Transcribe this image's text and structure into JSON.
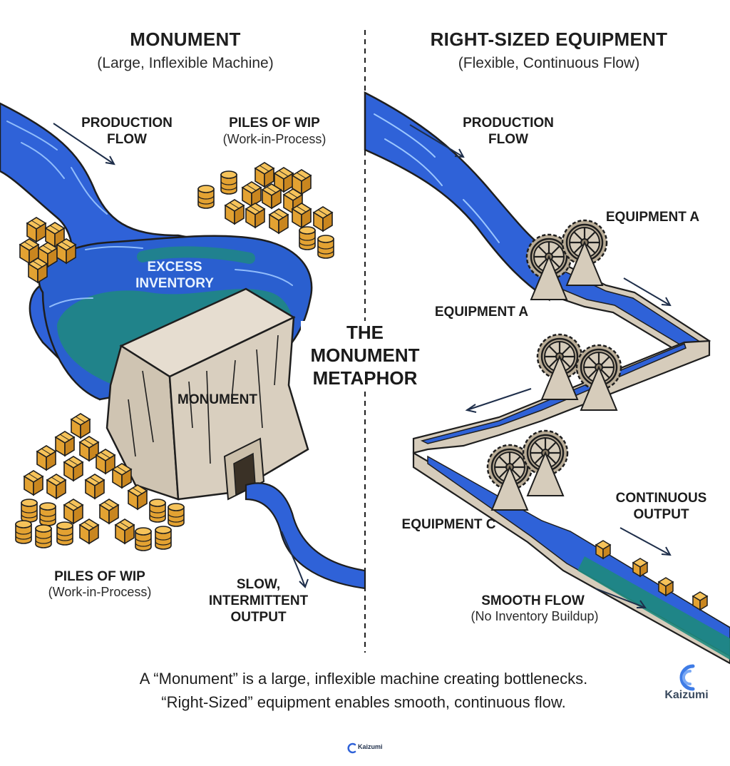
{
  "left": {
    "title": "MONUMENT",
    "subtitle": "(Large, Inflexible Machine)",
    "production_flow": [
      "PRODUCTION",
      "FLOW"
    ],
    "wip_top": {
      "title": "PILES OF WIP",
      "sub": "(Work-in-Process)"
    },
    "excess_inventory": [
      "EXCESS",
      "INVENTORY"
    ],
    "monument_label": "MONUMENT",
    "wip_bottom": {
      "title": "PILES OF WIP",
      "sub": "(Work-in-Process)"
    },
    "output": [
      "SLOW,",
      "INTERMITTENT",
      "OUTPUT"
    ]
  },
  "center": {
    "metaphor": [
      "THE",
      "MONUMENT",
      "METAPHOR"
    ]
  },
  "right": {
    "title": "RIGHT-SIZED EQUIPMENT",
    "subtitle": "(Flexible, Continuous Flow)",
    "production_flow": [
      "PRODUCTION",
      "FLOW"
    ],
    "equipment_a_top": "EQUIPMENT A",
    "equipment_a_left": "EQUIPMENT A",
    "equipment_c": "EQUIPMENT C",
    "continuous_output": [
      "CONTINUOUS",
      "OUTPUT"
    ],
    "smooth_flow": {
      "title": "SMOOTH FLOW",
      "sub": "(No Inventory Buildup)"
    }
  },
  "caption": [
    "A “Monument” is a large, inflexible machine creating bottlenecks.",
    "“Right-Sized” equipment enables smooth, continuous flow."
  ],
  "brand": {
    "name": "Kaizumi",
    "footer": "Kaizumi"
  },
  "colors": {
    "water": "#2f62d8",
    "teal": "#1e8a7e",
    "stone": "#d6ccbb",
    "box": "#e8a832",
    "outline": "#1e1e1e"
  }
}
